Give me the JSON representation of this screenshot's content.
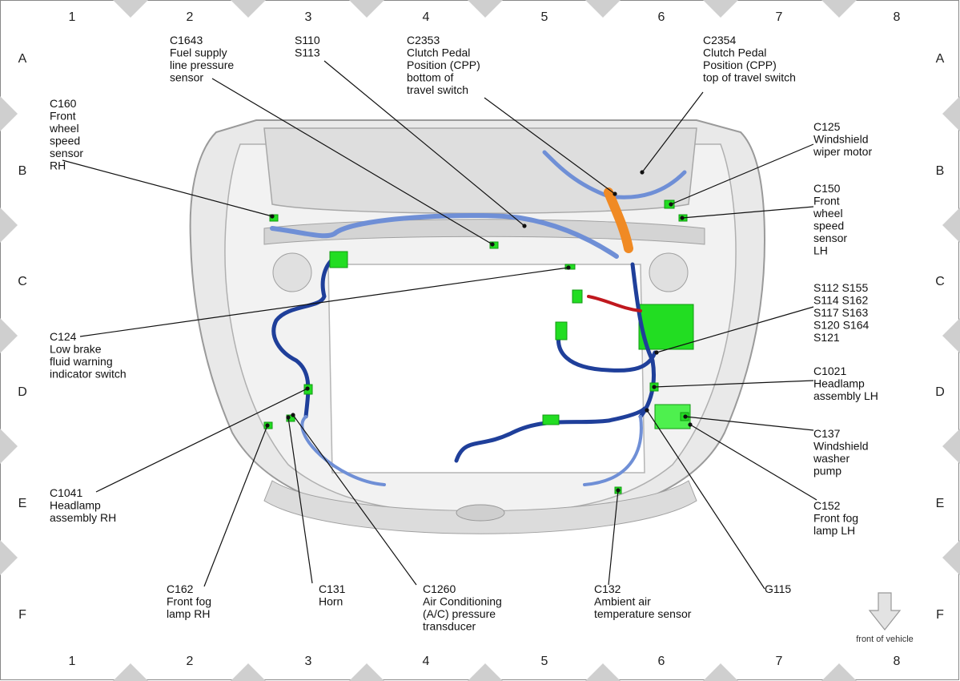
{
  "grid": {
    "columns": [
      "1",
      "2",
      "3",
      "4",
      "5",
      "6",
      "7",
      "8"
    ],
    "rows": [
      "A",
      "B",
      "C",
      "D",
      "E",
      "F"
    ]
  },
  "front_label": "front of vehicle",
  "colors": {
    "harness_main": "#1f3f9a",
    "harness_light": "#6f8fd6",
    "connector": "#22dd22",
    "pedal_assembly": "#f08a24",
    "power_feed": "#c0181e",
    "body": "#cfcfcf"
  },
  "callouts": [
    {
      "id": "c1643",
      "lines": [
        "C1643",
        "Fuel supply",
        "line pressure",
        "sensor"
      ]
    },
    {
      "id": "s110",
      "lines": [
        "S110",
        "S113"
      ]
    },
    {
      "id": "c2353",
      "lines": [
        "C2353",
        "Clutch Pedal",
        "Position (CPP)",
        "bottom of",
        "travel switch"
      ]
    },
    {
      "id": "c2354",
      "lines": [
        "C2354",
        "Clutch Pedal",
        "Position (CPP)",
        "top of travel switch"
      ]
    },
    {
      "id": "c160",
      "lines": [
        "C160",
        "Front",
        "wheel",
        "speed",
        "sensor",
        "RH"
      ]
    },
    {
      "id": "c125",
      "lines": [
        "C125",
        "Windshield",
        "wiper motor"
      ]
    },
    {
      "id": "c150",
      "lines": [
        "C150",
        "Front",
        "wheel",
        "speed",
        "sensor",
        "LH"
      ]
    },
    {
      "id": "splices",
      "lines": [
        "S112  S155",
        "S114  S162",
        "S117  S163",
        "S120  S164",
        "S121"
      ]
    },
    {
      "id": "c124",
      "lines": [
        "C124",
        "Low brake",
        "fluid warning",
        "indicator switch"
      ]
    },
    {
      "id": "c1021",
      "lines": [
        "C1021",
        "Headlamp",
        "assembly LH"
      ]
    },
    {
      "id": "c137",
      "lines": [
        "C137",
        "Windshield",
        "washer",
        "pump"
      ]
    },
    {
      "id": "c1041",
      "lines": [
        "C1041",
        "Headlamp",
        "assembly RH"
      ]
    },
    {
      "id": "c152",
      "lines": [
        "C152",
        "Front fog",
        "lamp LH"
      ]
    },
    {
      "id": "c162",
      "lines": [
        "C162",
        "Front fog",
        "lamp RH"
      ]
    },
    {
      "id": "c131",
      "lines": [
        "C131",
        "Horn"
      ]
    },
    {
      "id": "c1260",
      "lines": [
        "C1260",
        "Air Conditioning",
        "(A/C) pressure",
        "transducer"
      ]
    },
    {
      "id": "c132",
      "lines": [
        "C132",
        "Ambient air",
        "temperature sensor"
      ]
    },
    {
      "id": "g115",
      "lines": [
        "G115"
      ]
    }
  ]
}
